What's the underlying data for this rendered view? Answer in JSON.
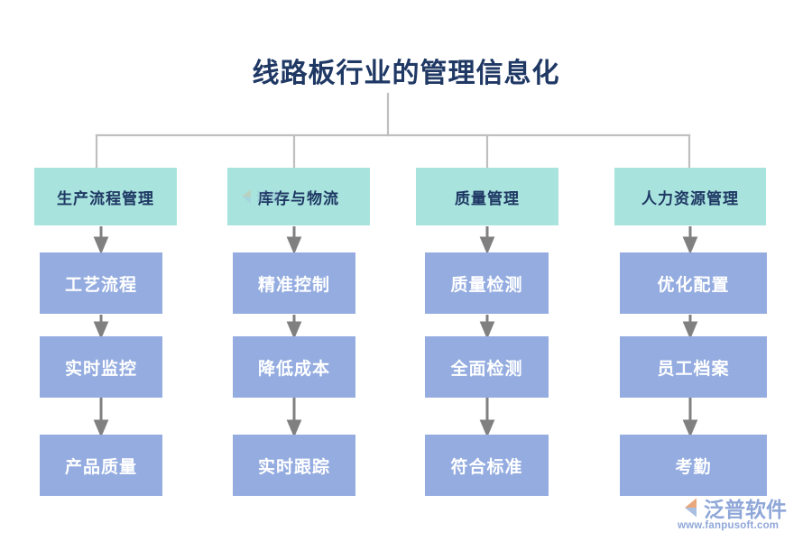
{
  "title": "线路板行业的管理信息化",
  "colors": {
    "title_text": "#1f3864",
    "header_box": "#a8e4dd",
    "header_text": "#1f3864",
    "step_box": "#94ace0",
    "step_text": "#ffffff",
    "connector_line": "#bfbfbf",
    "arrow": "#808080",
    "brand": "#8fa7d8",
    "brand_accent": "#e8a87c",
    "background": "#ffffff"
  },
  "columns": [
    {
      "header": "生产流程管理",
      "steps": [
        "工艺流程",
        "实时监控",
        "产品质量"
      ]
    },
    {
      "header": "库存与物流",
      "steps": [
        "精准控制",
        "降低成本",
        "实时跟踪"
      ]
    },
    {
      "header": "质量管理",
      "steps": [
        "质量检测",
        "全面检测",
        "符合标准"
      ]
    },
    {
      "header": "人力资源管理",
      "steps": [
        "优化配置",
        "员工档案",
        "考勤"
      ]
    }
  ],
  "brand": {
    "name": "泛普软件",
    "url": "www.fanpusoft.com",
    "mark": "fanpu-logo-icon"
  },
  "watermark": {
    "mark": "fanpu-watermark-icon"
  }
}
